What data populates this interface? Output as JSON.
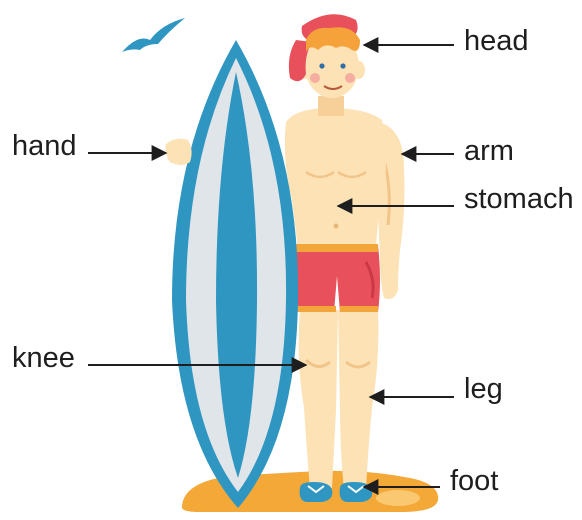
{
  "labels": {
    "head": "head",
    "arm": "arm",
    "stomach": "stomach",
    "hand": "hand",
    "knee": "knee",
    "leg": "leg",
    "foot": "foot"
  },
  "colors": {
    "skin": "#fde2b5",
    "skin_shadow": "#f7cf98",
    "hair": "#f5a23a",
    "cap": "#e8505b",
    "shorts": "#e8505b",
    "shorts_trim": "#f2a53a",
    "board_blue": "#2f96c2",
    "board_white": "#dfe5e8",
    "sand": "#f3a838",
    "bird": "#2f96c2",
    "flip_flop": "#2f96c2"
  }
}
